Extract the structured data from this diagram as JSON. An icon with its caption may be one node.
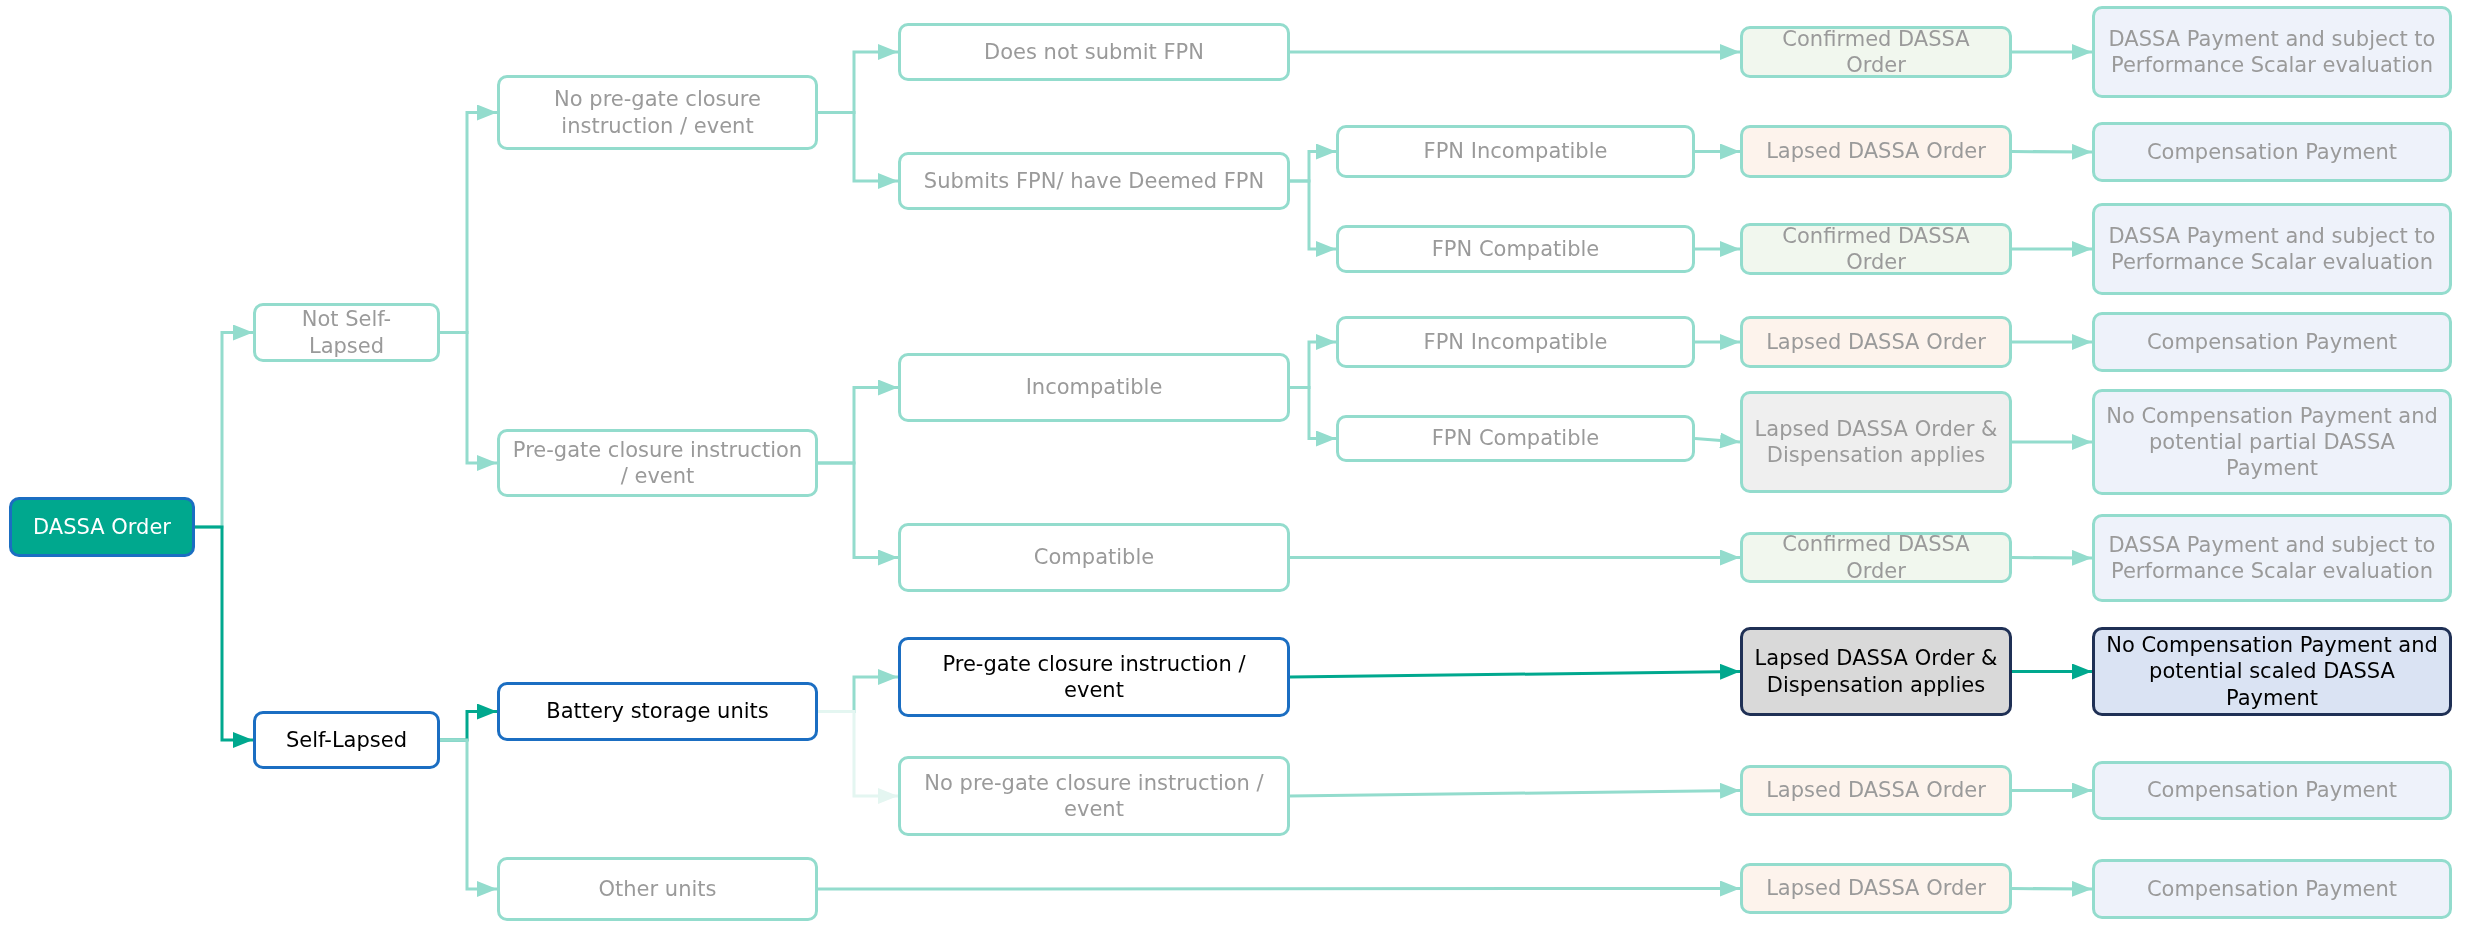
{
  "diagram": {
    "nodes": [
      {
        "text": [
          "DASSA Order"
        ]
      },
      {
        "text": [
          "Not Self-Lapsed"
        ]
      },
      {
        "text": [
          "Self-Lapsed"
        ]
      },
      {
        "text": [
          "No pre-gate closure instruction / event"
        ]
      },
      {
        "text": [
          "Pre-gate closure instruction / event"
        ]
      },
      {
        "text": [
          "Battery storage units"
        ]
      },
      {
        "text": [
          "Other units"
        ]
      },
      {
        "text": [
          "Does not submit FPN"
        ]
      },
      {
        "text": [
          "Submits FPN/ have Deemed FPN"
        ]
      },
      {
        "text": [
          "Incompatible"
        ]
      },
      {
        "text": [
          "Compatible"
        ]
      },
      {
        "text": [
          "Pre-gate closure instruction / event"
        ]
      },
      {
        "text": [
          "No pre-gate closure instruction / event"
        ]
      },
      {
        "text": [
          "FPN Incompatible"
        ]
      },
      {
        "text": [
          "FPN Compatible"
        ]
      },
      {
        "text": [
          "FPN Incompatible"
        ]
      },
      {
        "text": [
          "FPN Compatible"
        ]
      },
      {
        "text": [
          "Confirmed DASSA Order"
        ]
      },
      {
        "text": [
          "DASSA Payment and subject to Performance Scalar evaluation"
        ]
      },
      {
        "text": [
          "Lapsed DASSA Order"
        ]
      },
      {
        "text": [
          "Compensation Payment"
        ]
      },
      {
        "text": [
          "Confirmed DASSA Order"
        ]
      },
      {
        "text": [
          "DASSA Payment and subject to Performance Scalar evaluation"
        ]
      },
      {
        "text": [
          "Lapsed DASSA Order"
        ]
      },
      {
        "text": [
          "Compensation Payment"
        ]
      },
      {
        "text": [
          "Lapsed DASSA Order & Dispensation applies"
        ]
      },
      {
        "text": [
          "No Compensation Payment and potential partial DASSA Payment"
        ]
      },
      {
        "text": [
          "Confirmed DASSA Order"
        ]
      },
      {
        "text": [
          "DASSA Payment and subject to Performance Scalar evaluation"
        ]
      },
      {
        "text": [
          "Lapsed DASSA Order & Dispensation applies"
        ]
      },
      {
        "text": [
          "No Compensation Payment and potential scaled DASSA Payment"
        ]
      },
      {
        "text": [
          "Lapsed DASSA Order"
        ]
      },
      {
        "text": [
          "Compensation Payment"
        ]
      },
      {
        "text": [
          "Lapsed DASSA Order"
        ]
      },
      {
        "text": [
          "Compensation Payment"
        ]
      }
    ],
    "edges": [
      {
        "from": 0,
        "to": 1,
        "arrow": "to"
      },
      {
        "from": 0,
        "to": 2,
        "arrow": "to",
        "color": "#00a88e"
      },
      {
        "from": 1,
        "to": 3,
        "arrow": "to"
      },
      {
        "from": 1,
        "to": 4,
        "arrow": "to"
      },
      {
        "from": 2,
        "to": 5,
        "arrow": "to",
        "color": "#00a88e"
      },
      {
        "from": 2,
        "to": 6,
        "arrow": "to"
      },
      {
        "from": 3,
        "to": 7,
        "arrow": "to"
      },
      {
        "from": 3,
        "to": 8,
        "arrow": "to"
      },
      {
        "from": 4,
        "to": 9,
        "arrow": "to"
      },
      {
        "from": 4,
        "to": 10,
        "arrow": "to"
      },
      {
        "from": 5,
        "to": 11,
        "arrow": "to"
      },
      {
        "from": 5,
        "to": 12,
        "arrow": "to",
        "color": "#e4f6f1"
      },
      {
        "from": 8,
        "to": 13,
        "arrow": "to"
      },
      {
        "from": 8,
        "to": 14,
        "arrow": "to"
      },
      {
        "from": 9,
        "to": 15,
        "arrow": "to"
      },
      {
        "from": 9,
        "to": 16,
        "arrow": "to"
      },
      {
        "from": 7,
        "to": 17,
        "arrow": "to"
      },
      {
        "from": 13,
        "to": 19,
        "arrow": "to"
      },
      {
        "from": 14,
        "to": 21,
        "arrow": "to"
      },
      {
        "from": 15,
        "to": 23,
        "arrow": "to"
      },
      {
        "from": 16,
        "to": 25,
        "arrow": "to"
      },
      {
        "from": 10,
        "to": 27,
        "arrow": "to"
      },
      {
        "from": 11,
        "to": 29,
        "arrow": "to",
        "color": "#00a88e"
      },
      {
        "from": 12,
        "to": 31,
        "arrow": "to"
      },
      {
        "from": 6,
        "to": 33,
        "arrow": "to"
      },
      {
        "from": 17,
        "to": 18,
        "arrow": "to"
      },
      {
        "from": 19,
        "to": 20,
        "arrow": "to"
      },
      {
        "from": 21,
        "to": 22,
        "arrow": "to"
      },
      {
        "from": 23,
        "to": 24,
        "arrow": "to"
      },
      {
        "from": 25,
        "to": 26,
        "arrow": "to"
      },
      {
        "from": 27,
        "to": 28,
        "arrow": "to"
      },
      {
        "from": 29,
        "to": 30,
        "arrow": "to",
        "color": "#00a88e"
      },
      {
        "from": 31,
        "to": 32,
        "arrow": "to"
      },
      {
        "from": 33,
        "to": 34,
        "arrow": "to"
      }
    ]
  }
}
